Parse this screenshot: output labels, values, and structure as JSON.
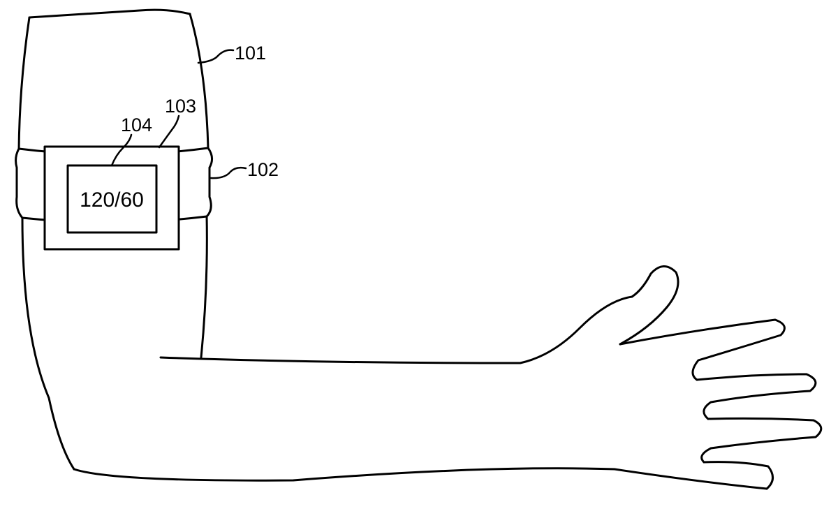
{
  "reference_labels": {
    "arm": "101",
    "band": "102",
    "device_housing": "103",
    "display": "104"
  },
  "display": {
    "reading": "120/60"
  },
  "colors": {
    "line": "#000000",
    "background": "#ffffff"
  }
}
